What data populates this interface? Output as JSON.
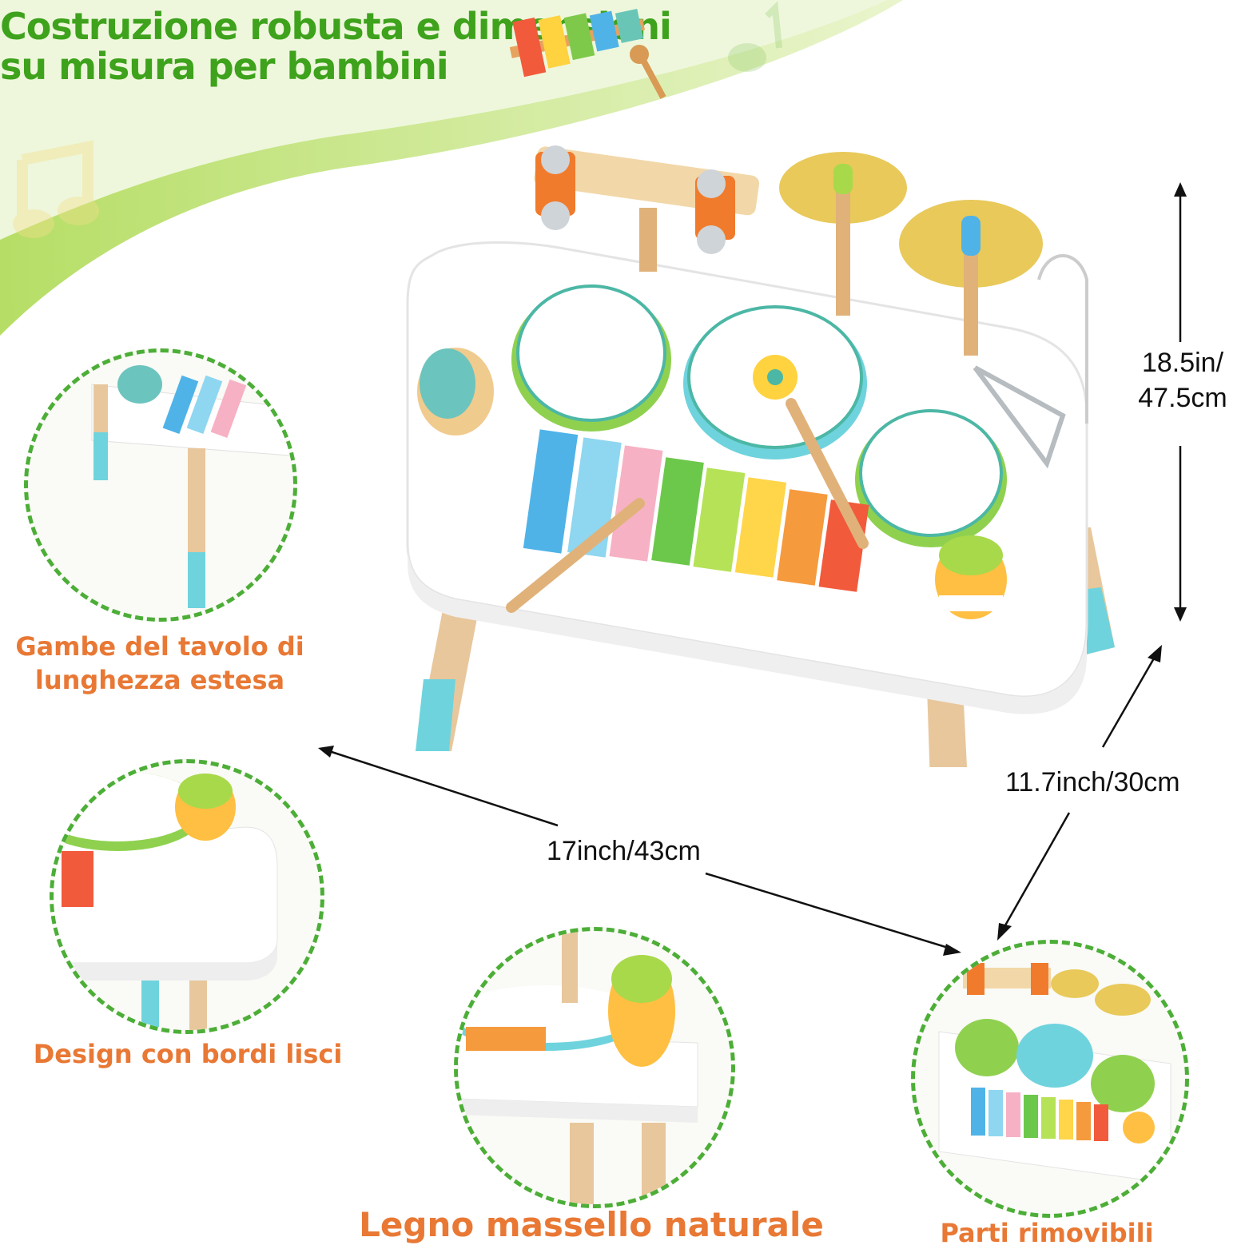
{
  "headline": {
    "line1": "Costruzione robusta e dimensioni",
    "line2": "su misura per bambini"
  },
  "dimensions": {
    "height": "18.5in/\n47.5cm",
    "height_line1": "18.5in/",
    "height_line2": "47.5cm",
    "depth": "11.7inch/30cm",
    "width": "17inch/43cm"
  },
  "callouts": {
    "legs": {
      "line1": "Gambe del tavolo di",
      "line2": "lunghezza estesa"
    },
    "edges": "Design con bordi lisci",
    "wood": "Legno massello naturale",
    "parts": "Parti rimovibili"
  },
  "colors": {
    "brand_green": "#3ea21c",
    "callout_orange": "#e87834",
    "dash_green": "#4cae37",
    "leg_blue": "#6fd3dd",
    "wood": "#e6c69a"
  }
}
